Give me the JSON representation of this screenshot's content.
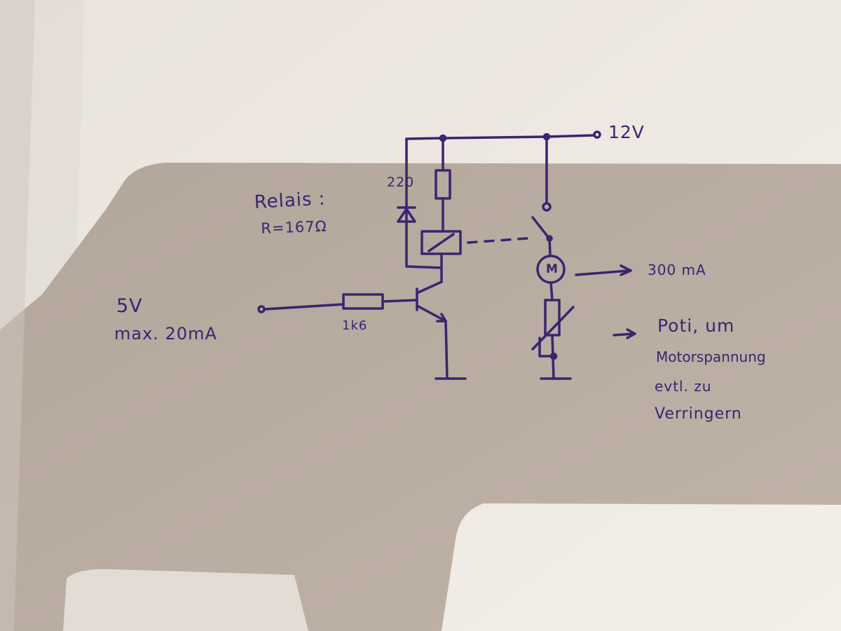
{
  "labels": {
    "supply": "12V",
    "resistor_top": "220",
    "relay_title": "Relais :",
    "relay_value": "R=167Ω",
    "input_voltage": "5V",
    "input_current": "max. 20mA",
    "base_resistor": "1k6",
    "motor_symbol": "M",
    "motor_current": "300 mA",
    "note_line1": "Poti, um",
    "note_line2": "Motorspannung",
    "note_line3": "evtl. zu",
    "note_line4": "Verringern"
  },
  "colors": {
    "ink": "#3b2470",
    "paper_lit": "#efe9e2",
    "paper_shadow": "#b9aca1"
  }
}
